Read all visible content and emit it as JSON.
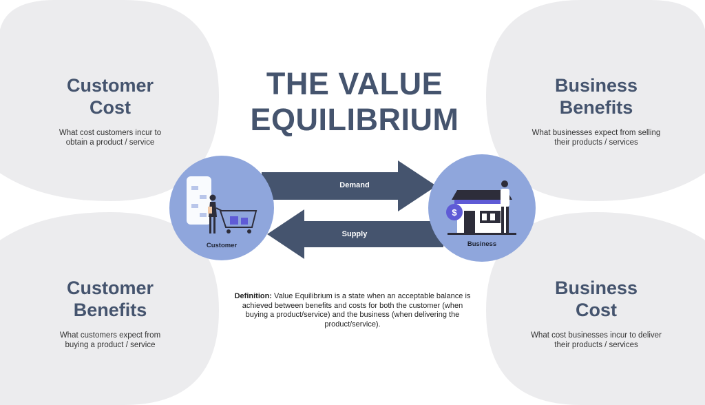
{
  "title": "THE VALUE EQUILIBRIUM",
  "quadrants": {
    "customer_cost": {
      "heading_line1": "Customer",
      "heading_line2": "Cost",
      "desc_line1": "What cost customers incur to",
      "desc_line2": "obtain a product / service"
    },
    "business_benefits": {
      "heading_line1": "Business",
      "heading_line2": "Benefits",
      "desc_line1": "What businesses expect from selling",
      "desc_line2": "their products / services"
    },
    "customer_benefits": {
      "heading_line1": "Customer",
      "heading_line2": "Benefits",
      "desc_line1": "What customers expect from",
      "desc_line2": "buying a product / service"
    },
    "business_cost": {
      "heading_line1": "Business",
      "heading_line2": "Cost",
      "desc_line1": "What cost businesses incur to deliver",
      "desc_line2": "their products / services"
    }
  },
  "arrows": {
    "demand": "Demand",
    "supply": "Supply"
  },
  "nodes": {
    "customer": "Customer",
    "business": "Business",
    "dollar": "$"
  },
  "definition": {
    "label": "Definition:",
    "text": "Value Equilibrium is a state when an acceptable balance is achieved between benefits and costs for both the customer (when buying a product/service) and the business (when delivering the product/service)."
  },
  "colors": {
    "blob": "#ececee",
    "heading": "#45546e",
    "arrow": "#45546e",
    "circle": "#8fa6dc",
    "accent": "#5f5bd6"
  }
}
